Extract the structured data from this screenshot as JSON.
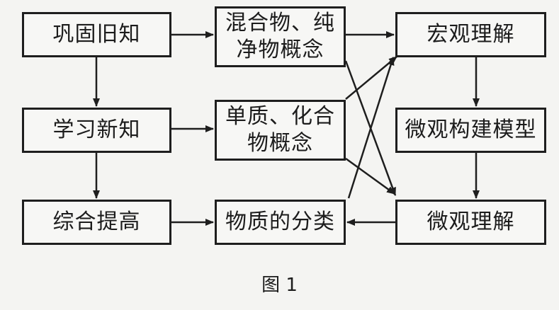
{
  "diagram": {
    "nodes": {
      "consolidate": "巩固旧知",
      "learn_new": "学习新知",
      "synthesize": "综合提高",
      "mixture_pure": [
        "混合物、纯",
        "净物概念"
      ],
      "element_compound": [
        "单质、化合",
        "物概念"
      ],
      "classification": "物质的分类",
      "macro": "宏观理解",
      "micro_model": "微观构建模型",
      "micro": "微观理解"
    },
    "caption": "图 1",
    "edges": [
      {
        "from": "consolidate",
        "to": "mixture_pure"
      },
      {
        "from": "consolidate",
        "to": "learn_new"
      },
      {
        "from": "learn_new",
        "to": "element_compound"
      },
      {
        "from": "learn_new",
        "to": "synthesize"
      },
      {
        "from": "synthesize",
        "to": "classification"
      },
      {
        "from": "mixture_pure",
        "to": "macro"
      },
      {
        "from": "mixture_pure",
        "to": "micro"
      },
      {
        "from": "element_compound",
        "to": "macro"
      },
      {
        "from": "element_compound",
        "to": "micro"
      },
      {
        "from": "classification",
        "to": "macro"
      },
      {
        "from": "macro",
        "to": "micro_model"
      },
      {
        "from": "micro_model",
        "to": "micro"
      },
      {
        "from": "micro",
        "to": "classification"
      }
    ]
  }
}
